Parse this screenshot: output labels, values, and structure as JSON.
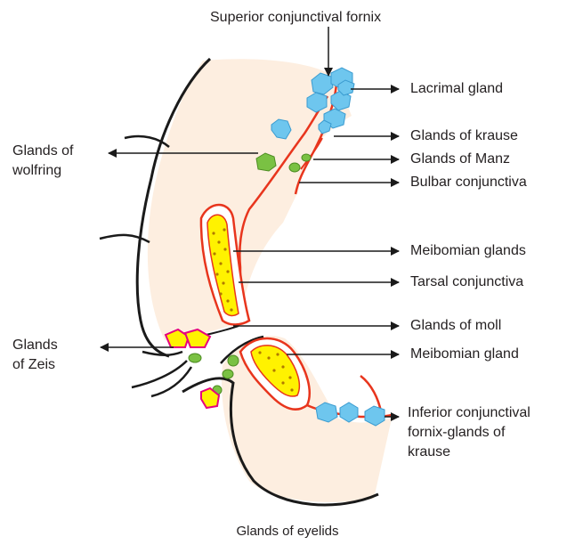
{
  "labels": {
    "superior_fornix": "Superior conjunctival fornix",
    "lacrimal_gland": "Lacrimal gland",
    "glands_krause": "Glands of krause",
    "glands_manz": "Glands of Manz",
    "bulbar_conjunctiva": "Bulbar conjunctiva",
    "meibomian_glands": "Meibomian glands",
    "tarsal_conjunctiva": "Tarsal conjunctiva",
    "glands_moll": "Glands of moll",
    "meibomian_gland": "Meibomian gland",
    "inferior_fornix_line1": "Inferior conjunctival",
    "inferior_fornix_line2": "fornix-glands of",
    "inferior_fornix_line3": "krause",
    "wolfring_line1": "Glands of",
    "wolfring_line2": "wolfring",
    "zeis_line1": "Glands",
    "zeis_line2": "of Zeis"
  },
  "caption": "Glands of eyelids",
  "colors": {
    "skin": "#fdeee0",
    "outline": "#1a1a1a",
    "conjunctiva": "#e8351d",
    "tarsal_fill": "#fff200",
    "lacrimal_blue": "#6ec6ee",
    "glands_green": "#7ac143",
    "zeis_magenta": "#e6007e"
  }
}
